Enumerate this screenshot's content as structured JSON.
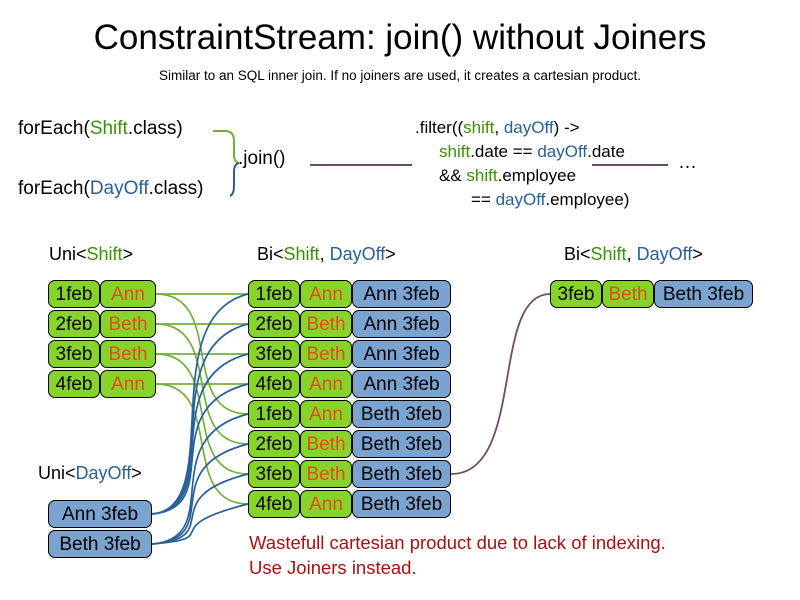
{
  "title": "ConstraintStream: join() without Joiners",
  "subtitle": "Similar to an SQL inner join. If no joiners are used, it creates a cartesian product.",
  "colors": {
    "shift_green_text": "#3d9104",
    "dayoff_blue_text": "#2a6099",
    "box_green": "#86d42a",
    "box_blue": "#7ba3d0",
    "name_orange": "#e8491d",
    "wire_green": "#72b038",
    "wire_blue": "#2a6099",
    "wire_purple": "#6e4b6e",
    "warning_red": "#aa1111"
  },
  "code": {
    "foreach_shift": {
      "prefix": "forEach(",
      "type": "Shift",
      "suffix": ".class)"
    },
    "foreach_dayoff": {
      "prefix": "forEach(",
      "type": "DayOff",
      "suffix": ".class)"
    },
    "join_label": ".join()",
    "ellipsis": "…",
    "filter": {
      "line1_a": ".filter((",
      "line1_shift": "shift",
      "line1_comma": ", ",
      "line1_dayoff": "dayOff",
      "line1_b": ") ->",
      "line2_shift": "shift",
      "line2_a": ".date == ",
      "line2_dayoff": "dayOff",
      "line2_b": ".date",
      "line3_a": "&& ",
      "line3_shift": "shift",
      "line3_b": ".employee",
      "line4_a": "== ",
      "line4_dayoff": "dayOff",
      "line4_b": ".employee)"
    }
  },
  "columns": {
    "uni_shift": {
      "header": {
        "prefix": "Uni<",
        "type": "Shift",
        "suffix": ">"
      },
      "rows": [
        {
          "date": "1feb",
          "name": "Ann"
        },
        {
          "date": "2feb",
          "name": "Beth"
        },
        {
          "date": "3feb",
          "name": "Beth"
        },
        {
          "date": "4feb",
          "name": "Ann"
        }
      ]
    },
    "uni_dayoff": {
      "header": {
        "prefix": "Uni<",
        "type": "DayOff",
        "suffix": ">"
      },
      "rows": [
        {
          "dayoff": "Ann 3feb"
        },
        {
          "dayoff": "Beth 3feb"
        }
      ]
    },
    "bi_middle": {
      "header": {
        "prefix": "Bi<",
        "type1": "Shift",
        "comma": ", ",
        "type2": "DayOff",
        "suffix": ">"
      },
      "rows": [
        {
          "date": "1feb",
          "name": "Ann",
          "dayoff": "Ann 3feb"
        },
        {
          "date": "2feb",
          "name": "Beth",
          "dayoff": "Ann 3feb"
        },
        {
          "date": "3feb",
          "name": "Beth",
          "dayoff": "Ann 3feb"
        },
        {
          "date": "4feb",
          "name": "Ann",
          "dayoff": "Ann 3feb"
        },
        {
          "date": "1feb",
          "name": "Ann",
          "dayoff": "Beth 3feb"
        },
        {
          "date": "2feb",
          "name": "Beth",
          "dayoff": "Beth 3feb"
        },
        {
          "date": "3feb",
          "name": "Beth",
          "dayoff": "Beth 3feb"
        },
        {
          "date": "4feb",
          "name": "Ann",
          "dayoff": "Beth 3feb"
        }
      ]
    },
    "bi_right": {
      "header": {
        "prefix": "Bi<",
        "type1": "Shift",
        "comma": ", ",
        "type2": "DayOff",
        "suffix": ">"
      },
      "rows": [
        {
          "date": "3feb",
          "name": "Beth",
          "dayoff": "Beth 3feb"
        }
      ]
    }
  },
  "note": {
    "line1": "Wastefull cartesian product due to lack of indexing.",
    "line2": "Use Joiners instead."
  }
}
